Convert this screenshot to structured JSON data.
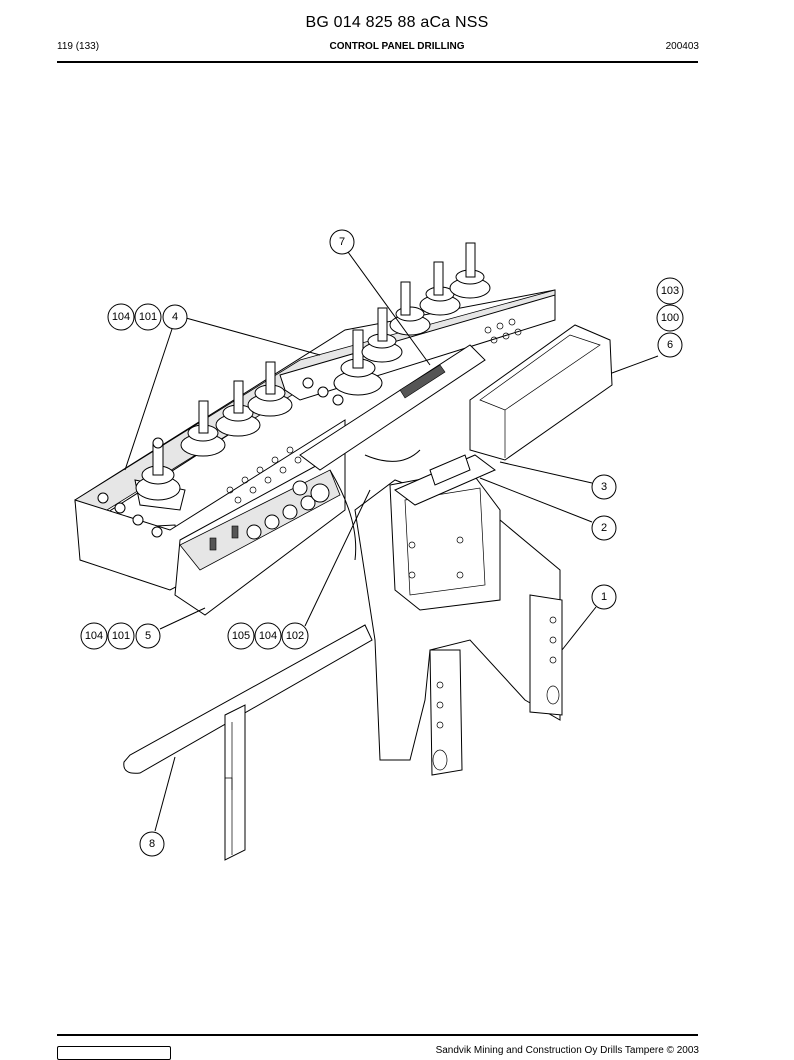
{
  "header": {
    "title": "BG 014 825 88 aCa NSS",
    "page": "119 (133)",
    "section": "CONTROL PANEL DRILLING",
    "date": "200403"
  },
  "footer": {
    "copyright": "Sandvik Mining and Construction Oy Drills Tampere © 2003"
  },
  "callouts": {
    "c7": "7",
    "c103": "103",
    "c100": "100",
    "c6": "6",
    "c104a": "104",
    "c101a": "101",
    "c4": "4",
    "c3": "3",
    "c2": "2",
    "c1": "1",
    "c104b": "104",
    "c101b": "101",
    "c5": "5",
    "c105": "105",
    "c104c": "104",
    "c102": "102",
    "c8": "8"
  }
}
